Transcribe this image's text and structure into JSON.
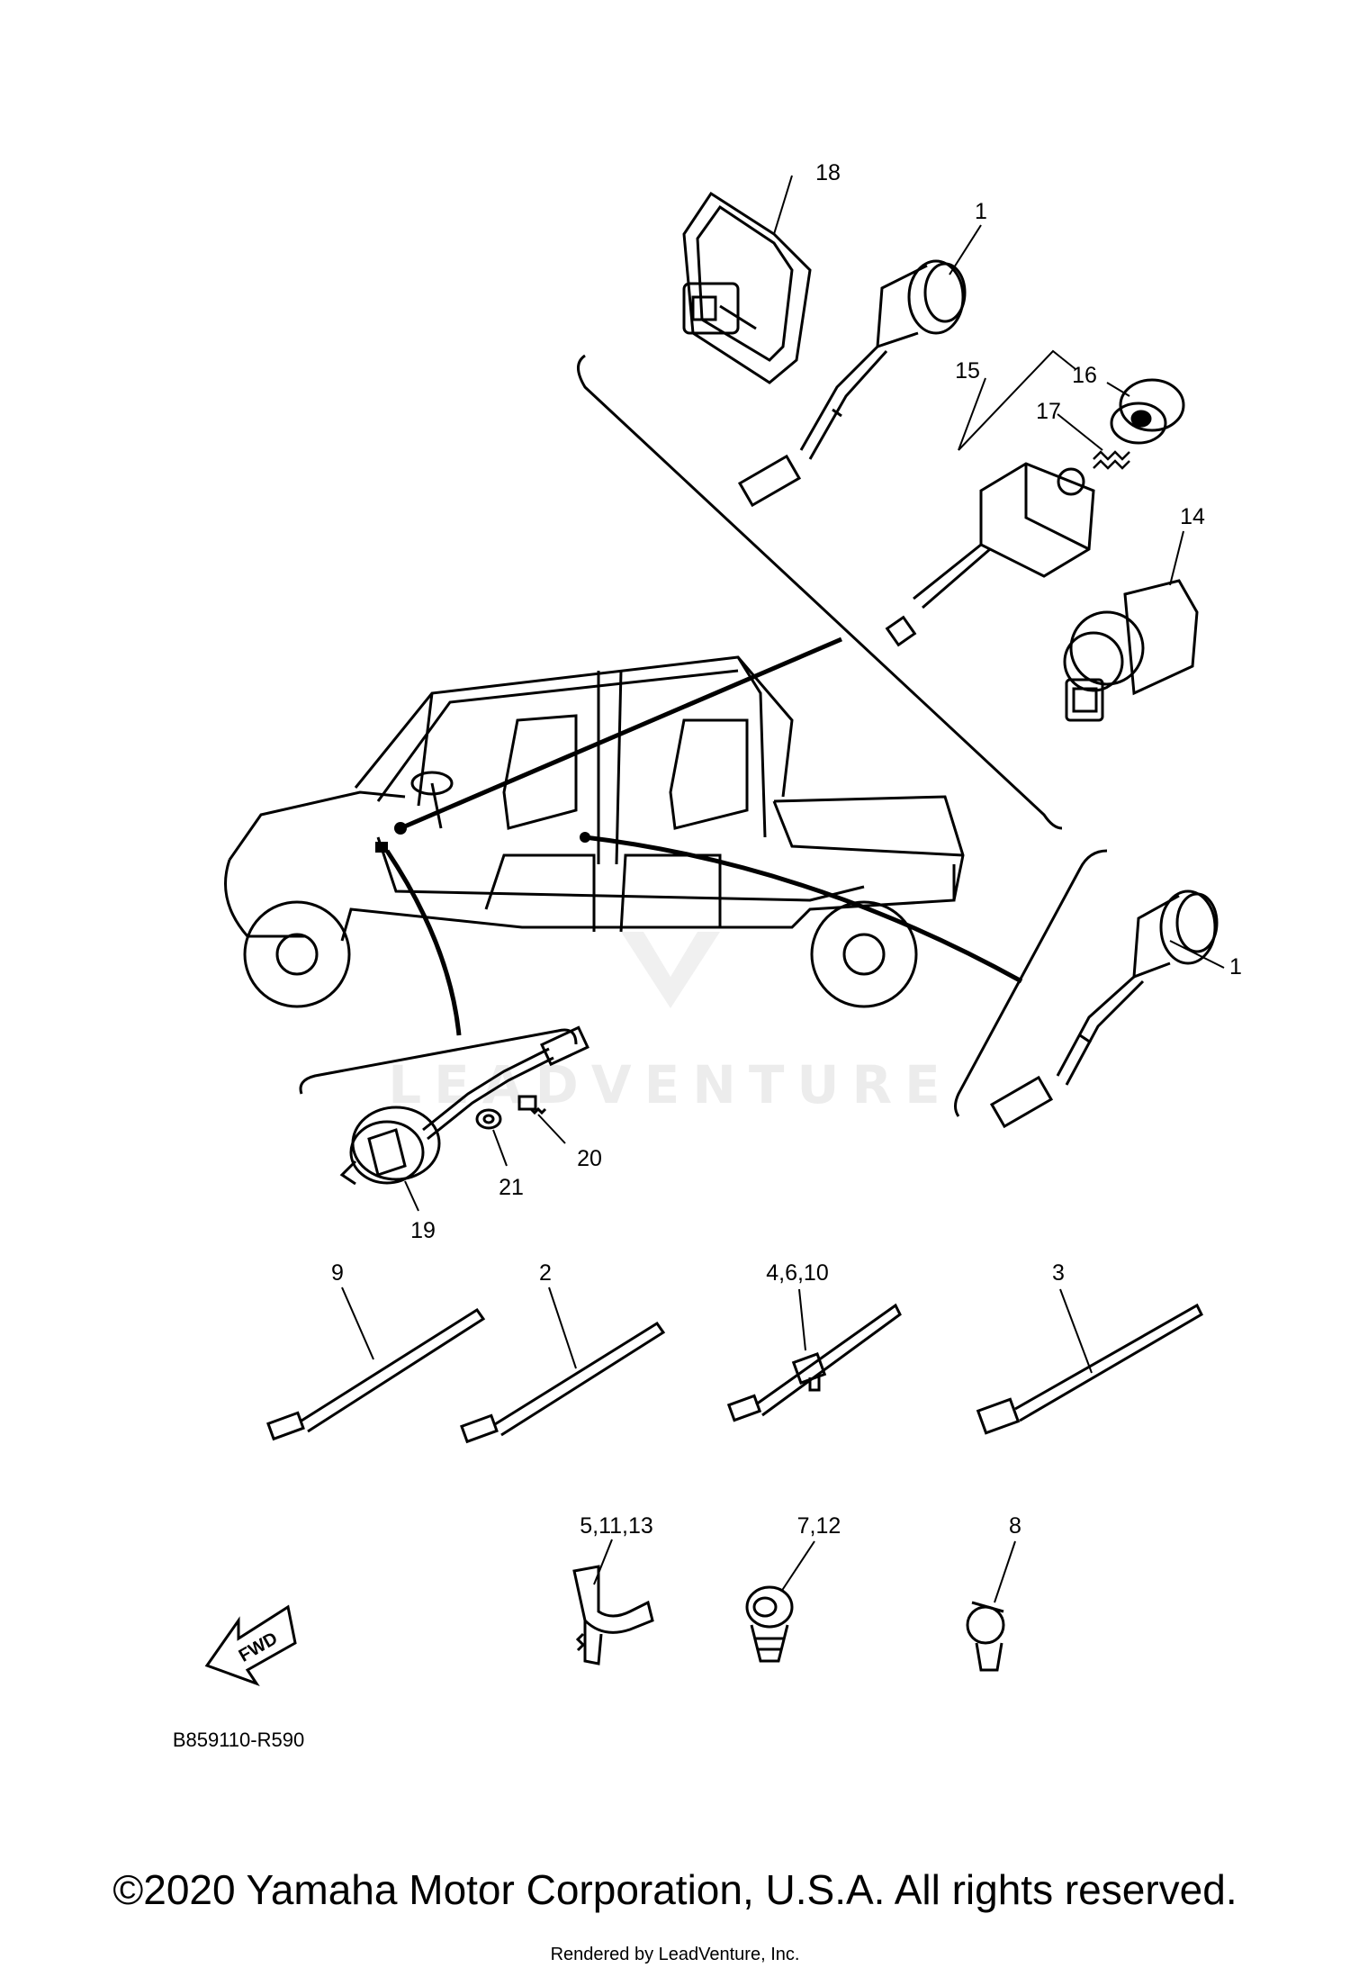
{
  "callouts": {
    "n18": "18",
    "n1a": "1",
    "n15": "15",
    "n16": "16",
    "n17": "17",
    "n14": "14",
    "n1b": "1",
    "n19": "19",
    "n21": "21",
    "n20": "20",
    "n9": "9",
    "n2": "2",
    "n4_6_10": "4,6,10",
    "n3": "3",
    "n5_11_13": "5,11,13",
    "n7_12": "7,12",
    "n8": "8"
  },
  "fwd_label": "FWD",
  "diagram_code": "B859110-R590",
  "watermark": "LEADVENTURE",
  "footer": {
    "copyright": "©2020 Yamaha Motor Corporation, U.S.A. All rights reserved.",
    "rendered_by": "Rendered by LeadVenture, Inc."
  }
}
